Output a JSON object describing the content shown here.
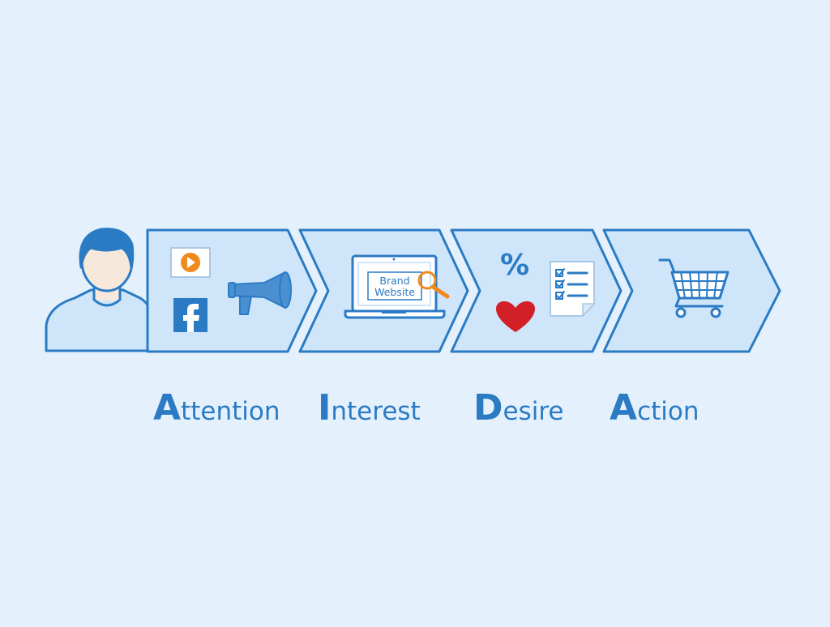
{
  "colors": {
    "background": "#e4f1fc",
    "stroke": "#2b7bc4",
    "fill": "#cfe6fa",
    "accent_orange": "#f08a1c",
    "heart_red": "#d32027"
  },
  "interest_screen": {
    "line1": "Brand",
    "line2": "Website"
  },
  "desire_percent": "%",
  "stages": [
    {
      "initial": "A",
      "rest": "ttention",
      "icons": [
        "video-play-icon",
        "facebook-icon",
        "megaphone-icon"
      ]
    },
    {
      "initial": "I",
      "rest": "nterest",
      "icons": [
        "laptop-icon",
        "magnifier-icon"
      ]
    },
    {
      "initial": "D",
      "rest": "esire",
      "icons": [
        "percent-icon",
        "heart-icon",
        "checklist-icon"
      ]
    },
    {
      "initial": "A",
      "rest": "ction",
      "icons": [
        "shopping-cart-icon"
      ]
    }
  ]
}
